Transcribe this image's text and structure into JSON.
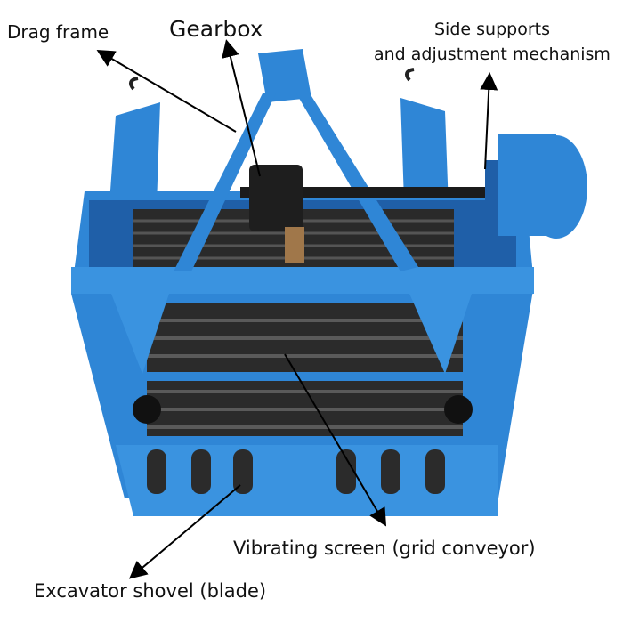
{
  "title": "Potato digger parts diagram",
  "labels": {
    "drag_frame": "Drag frame",
    "gearbox": "Gearbox",
    "side_supports_line1": "Side supports",
    "side_supports_line2": "and adjustment mechanism",
    "vibrating_screen": "Vibrating screen (grid conveyor)",
    "excavator_shovel": "Excavator shovel (blade)"
  },
  "colors": {
    "machine_blue": "#2f86d6",
    "dark_blue": "#1f5fa8",
    "conveyor": "#2a2a2a",
    "arrow": "#000000"
  }
}
